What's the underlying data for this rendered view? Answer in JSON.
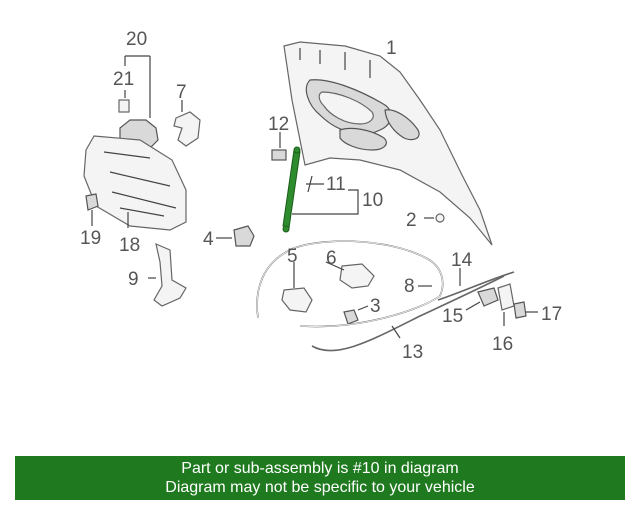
{
  "callouts": {
    "c1": "1",
    "c2": "2",
    "c3": "3",
    "c4": "4",
    "c5": "5",
    "c6": "6",
    "c7": "7",
    "c8": "8",
    "c9": "9",
    "c10": "10",
    "c11": "11",
    "c12": "12",
    "c13": "13",
    "c14": "14",
    "c15": "15",
    "c16": "16",
    "c17": "17",
    "c18": "18",
    "c19": "19",
    "c20": "20",
    "c21": "21"
  },
  "highlighted_part": "10",
  "colors": {
    "highlight": "#2e8b2e",
    "banner": "#1f7a1f"
  },
  "banner": {
    "line1": "Part or sub-assembly is #10 in diagram",
    "line2": "Diagram may not be specific to your vehicle"
  }
}
